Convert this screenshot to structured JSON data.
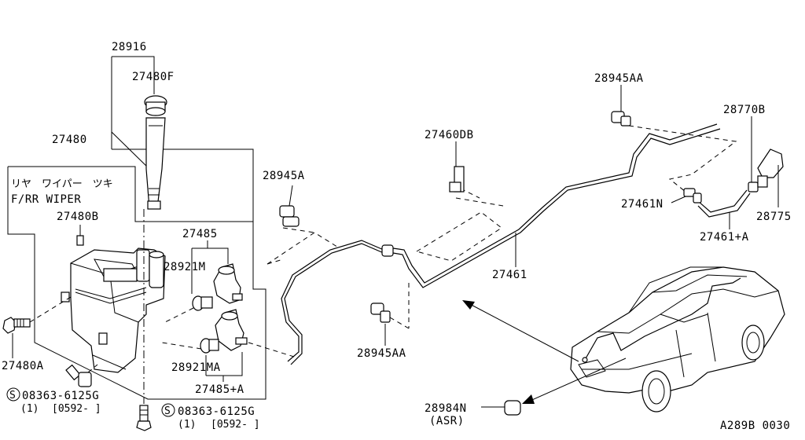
{
  "labels": {
    "p28916": "28916",
    "p27480F": "27480F",
    "p27480": "27480",
    "rear_wiper_jp": "リヤ　ワイパー　ツキ",
    "frr_wiper": "F/RR WIPER",
    "p27480B": "27480B",
    "p27485": "27485",
    "p28921M": "28921M",
    "p27480A": "27480A",
    "p28921MA": "28921MA",
    "p27485A": "27485+A",
    "bolt1_part": "08363-6125G",
    "bolt1_qty": "(1)",
    "bolt1_date": "[0592-  ]",
    "bolt2_part": "08363-6125G",
    "bolt2_qty": "(1)",
    "bolt2_date": "[0592-  ]",
    "screw_symbol": "S",
    "p28945A": "28945A",
    "p27460DB": "27460DB",
    "p28945AA_top": "28945AA",
    "p28945AA_bottom": "28945AA",
    "p27461": "27461",
    "p28770B": "28770B",
    "p27461N": "27461N",
    "p28775": "28775",
    "p27461A": "27461+A",
    "p28984N": "28984N",
    "asr": "(ASR)",
    "diagram_code": "A289B 0030"
  }
}
